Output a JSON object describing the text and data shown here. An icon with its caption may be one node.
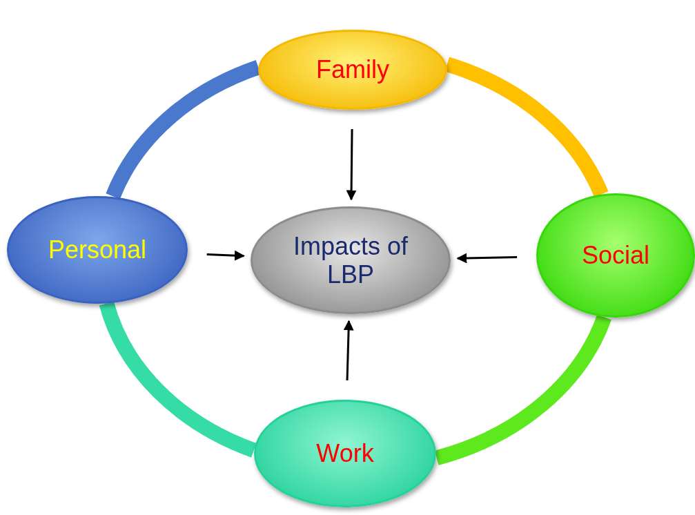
{
  "diagram": {
    "nodes": [
      {
        "text": [
          "Family"
        ]
      },
      {
        "text": [
          "Personal"
        ]
      },
      {
        "text": [
          "Impacts of LBP"
        ]
      },
      {
        "text": [
          "Social"
        ]
      },
      {
        "text": [
          "Work"
        ]
      }
    ],
    "edges": [
      {
        "from": 0,
        "to": 2,
        "arrow": "to"
      },
      {
        "from": 1,
        "to": 2,
        "arrow": "to"
      },
      {
        "from": 3,
        "to": 2,
        "arrow": "to"
      },
      {
        "from": 4,
        "to": 2,
        "arrow": "to"
      },
      {
        "from": 0,
        "to": 3,
        "arrow": "none",
        "style": "thick",
        "color": "#ffc000"
      },
      {
        "from": 3,
        "to": 4,
        "arrow": "none",
        "style": "thick",
        "color": "#5ee81e"
      },
      {
        "from": 4,
        "to": 1,
        "arrow": "none",
        "style": "thick",
        "color": "#36dca6"
      },
      {
        "from": 1,
        "to": 0,
        "arrow": "none",
        "style": "thick",
        "color": "#4a78cc"
      }
    ]
  }
}
